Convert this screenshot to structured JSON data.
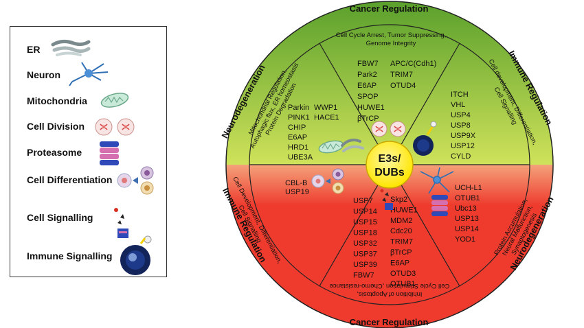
{
  "legend": {
    "items": [
      {
        "label": "ER",
        "icon": "er-icon"
      },
      {
        "label": "Neuron",
        "icon": "neuron-icon"
      },
      {
        "label": "Mitochondria",
        "icon": "mitochondria-icon"
      },
      {
        "label": "Cell Division",
        "icon": "cell-division-icon"
      },
      {
        "label": "Proteasome",
        "icon": "proteasome-icon"
      },
      {
        "label": "Cell Differentiation",
        "icon": "cell-differentiation-icon"
      },
      {
        "label": "Cell Signalling",
        "icon": "cell-signalling-icon"
      },
      {
        "label": "Immune Signalling",
        "icon": "immune-signalling-icon"
      }
    ]
  },
  "colors": {
    "top": "#5aa02c",
    "top_light": "#cfe25a",
    "bottom": "#ee3b2e",
    "bottom_light": "#f4a27a",
    "center": "#ffe600"
  },
  "center_label": {
    "line1": "E3s/",
    "line2": "DUBs"
  },
  "outer_labels": {
    "top": "Cancer Regulation",
    "bottom": "Cancer Regulation",
    "upper_left": "Neurodegeneration",
    "upper_right": "Immune Regulation",
    "lower_left": "Immune Regulation",
    "lower_right": "Neurodegeneration"
  },
  "descriptions": {
    "top": [
      "Cell Cycle Arrest, Tumor Suppressing,",
      "Genome Integrity"
    ],
    "upper_left": [
      "Mitochondrial Regulation,",
      "Autophagic flux, ER homeostasis",
      "Protein Degradation"
    ],
    "upper_right": [
      "Cell development, Differentiation,",
      "Cell Signalling"
    ],
    "lower_left": [
      "Cell Development, Differentiation,",
      "Cell Signalling"
    ],
    "lower_right": [
      "Protein Accumulation,",
      "Neural Malfunction,",
      "Synaptogenesis"
    ],
    "bottom": [
      "Inhibition of Apoptosis,",
      "Cell Cycle Stimulation ,Chemo-resistance"
    ]
  },
  "lists": {
    "top_left": [
      "FBW7",
      "Park2",
      "E6AP",
      "SPOP",
      "HUWE1",
      "βTrCP"
    ],
    "top_right": [
      "APC/C(Cdh1)",
      "TRIM7",
      "OTUD4"
    ],
    "neuro_upper_a": [
      "Parkin",
      "PINK1",
      "CHIP",
      "E6AP",
      "HRD1",
      "UBE3A"
    ],
    "neuro_upper_b": [
      "WWP1",
      "HACE1"
    ],
    "immune_upper": [
      "ITCH",
      "VHL",
      "USP4",
      "USP8",
      "USP9X",
      "USP12",
      "CYLD"
    ],
    "immune_lower": [
      "CBL-B",
      "USP19"
    ],
    "cancer_lower_left": [
      "USP7",
      "USP14",
      "USP15",
      "USP18",
      "USP32",
      "USP37",
      "USP39",
      "FBW7"
    ],
    "cancer_lower_right": [
      "Skp2",
      "HUWE1",
      "MDM2",
      "Cdc20",
      "TRIM7",
      "βTrCP",
      "E6AP",
      "OTUD3",
      "OTUB1"
    ],
    "neuro_lower": [
      "UCH-L1",
      "OTUB1",
      "Ubc13",
      "USP13",
      "USP14",
      "YOD1"
    ]
  }
}
